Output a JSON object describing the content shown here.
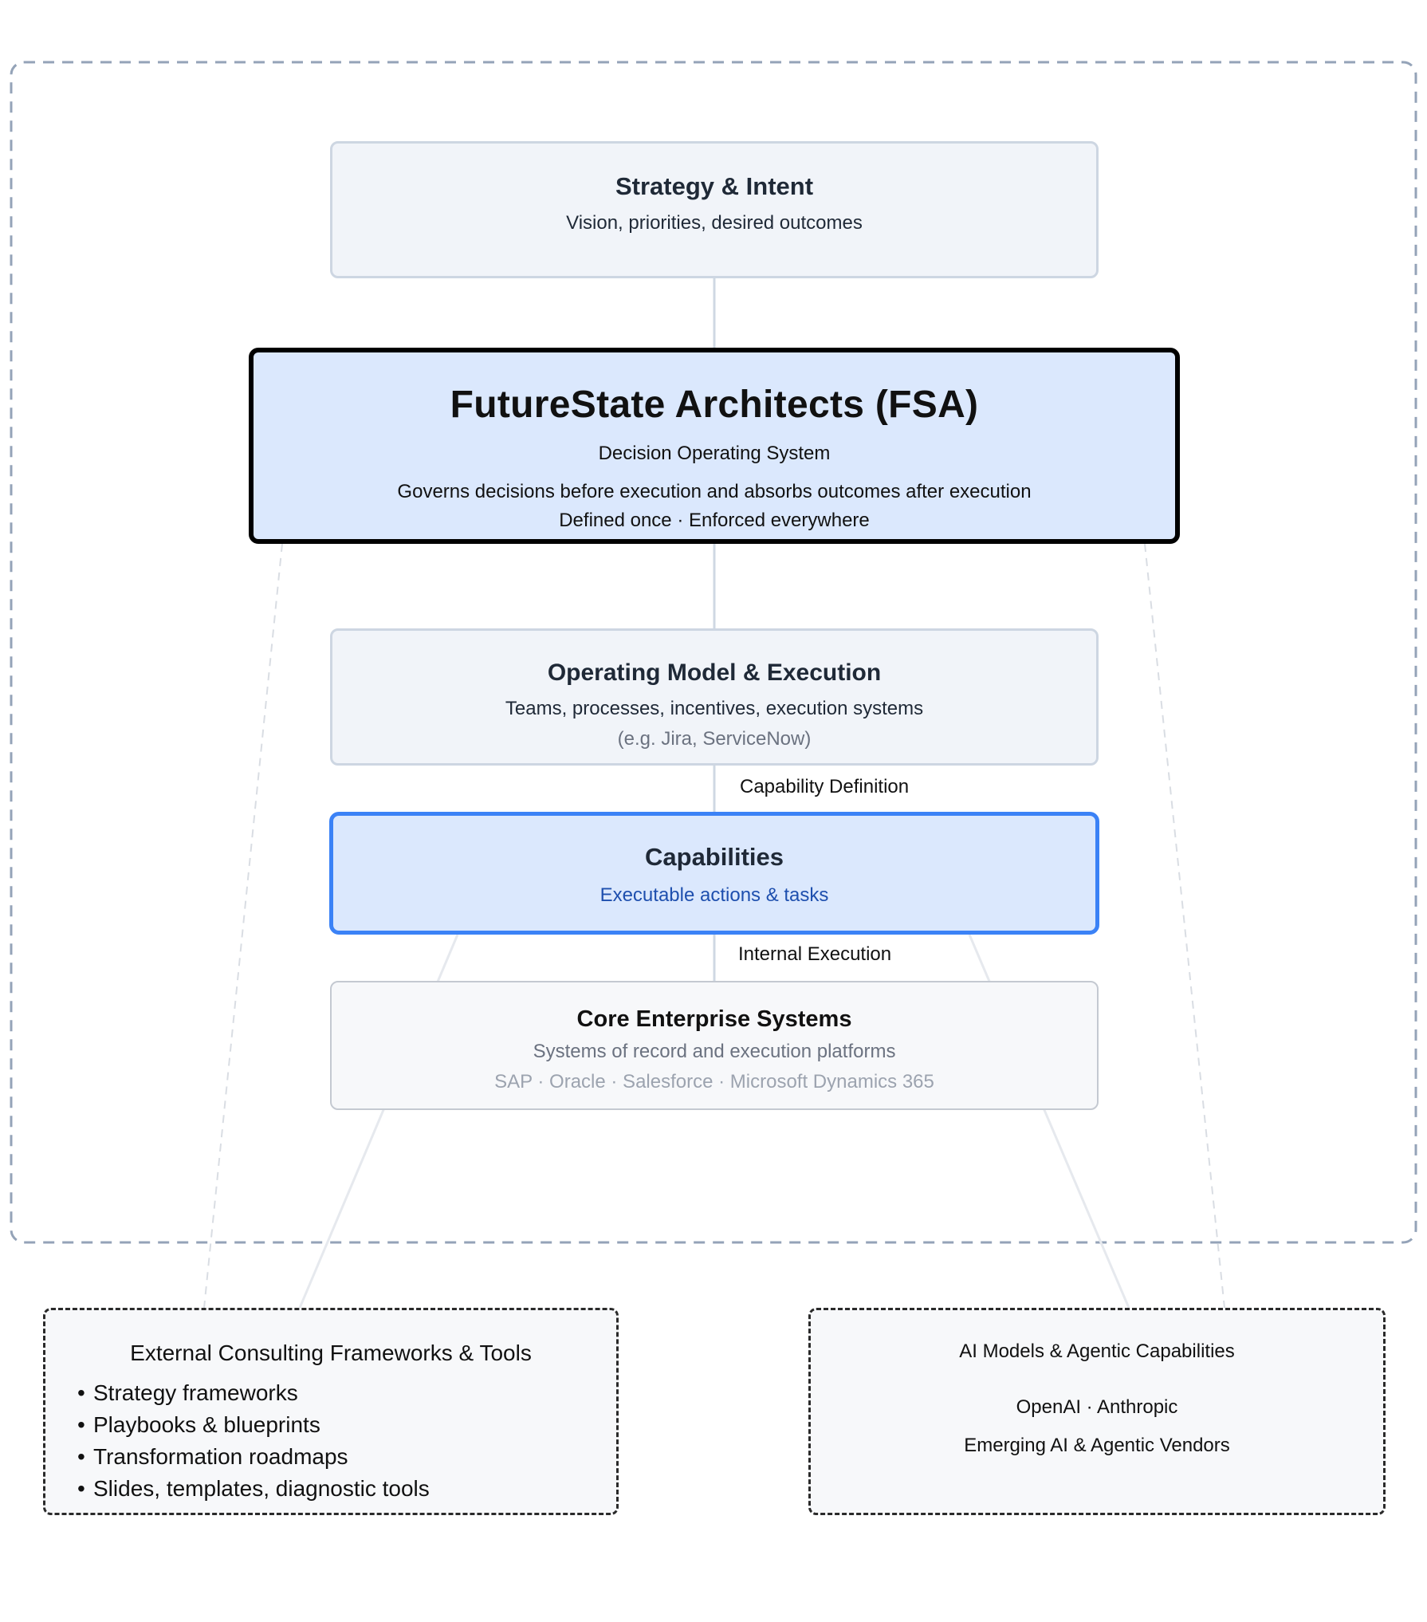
{
  "strategy": {
    "title": "Strategy & Intent",
    "subtitle": "Vision, priorities, desired outcomes"
  },
  "fsa": {
    "title": "FutureState Architects (FSA)",
    "subtitle": "Decision Operating System",
    "description": "Governs decisions before execution and absorbs outcomes after execution",
    "tagline": "Defined once · Enforced everywhere"
  },
  "operating_model": {
    "title": "Operating Model & Execution",
    "subtitle": "Teams, processes, incentives, execution systems",
    "examples": "(e.g. Jira, ServiceNow)"
  },
  "edges": {
    "capability_definition": "Capability Definition",
    "internal_execution": "Internal Execution"
  },
  "capabilities": {
    "title": "Capabilities",
    "subtitle": "Executable actions & tasks"
  },
  "core_systems": {
    "title": "Core Enterprise Systems",
    "subtitle": "Systems of record and execution platforms",
    "examples": "SAP · Oracle · Salesforce · Microsoft Dynamics 365"
  },
  "consulting": {
    "title": "External Consulting Frameworks & Tools",
    "items": [
      "Strategy frameworks",
      "Playbooks & blueprints",
      "Transformation roadmaps",
      "Slides, templates, diagnostic tools"
    ]
  },
  "ai": {
    "title": "AI Models & Agentic Capabilities",
    "vendors": "OpenAI · Anthropic",
    "emerging": "Emerging AI & Agentic Vendors"
  },
  "colors": {
    "accent_blue": "#3b82f6",
    "fill_blue": "#dbe8fd",
    "fill_gray": "#f1f4f9",
    "container_dash": "#94a3b8"
  }
}
